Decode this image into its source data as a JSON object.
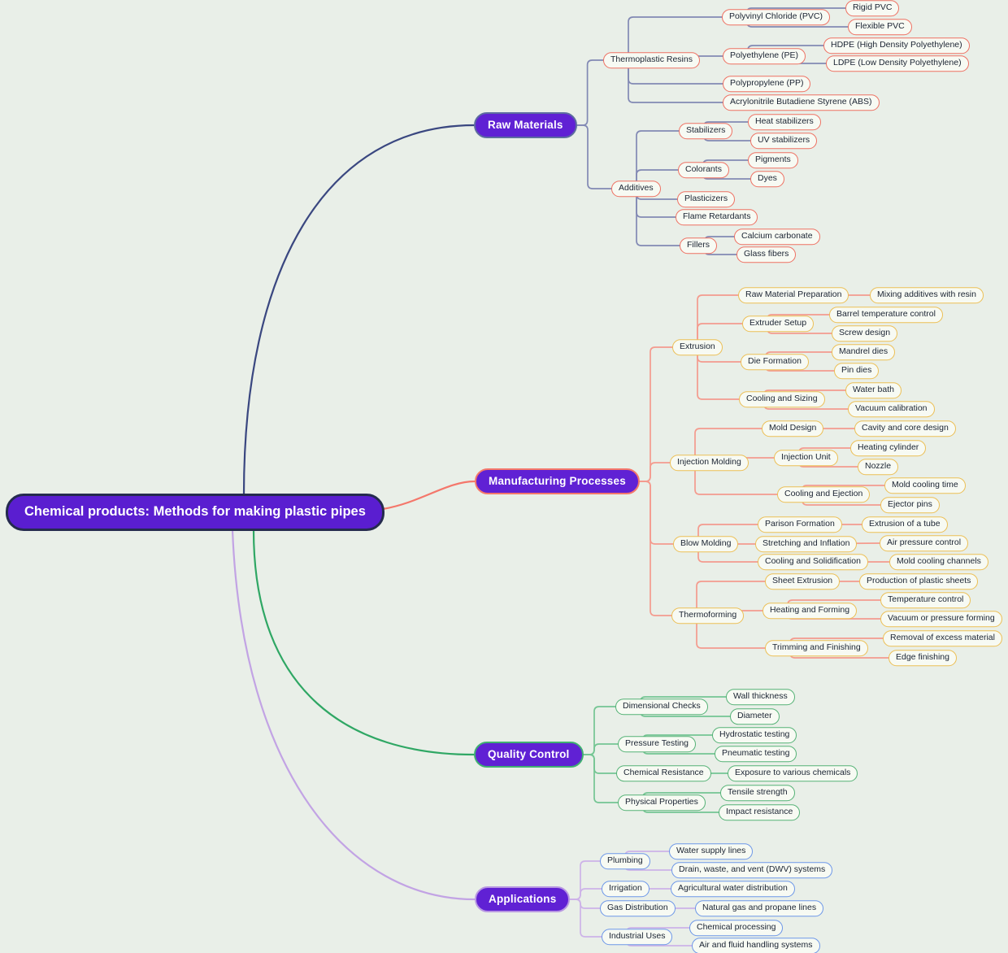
{
  "canvas": {
    "background": "#e9efe8"
  },
  "root": {
    "id": "central",
    "label": "Chemical products: Methods for making plastic pipes",
    "fill": "#5a1ed0",
    "border": "#252b4e",
    "text_color": "#ffffff"
  },
  "branches": [
    {
      "id": "raw-materials",
      "label": "Raw Materials",
      "fill": "#6021d4",
      "border": "#5d6ca0",
      "arc_color": "#3a4780",
      "line_color": "#8289b4",
      "child_border": "#ee7163",
      "children": [
        {
          "id": "thermoplastic-resins",
          "label": "Thermoplastic Resins",
          "children": [
            {
              "id": "pvc",
              "label": "Polyvinyl Chloride (PVC)",
              "children": [
                {
                  "id": "rigid-pvc",
                  "label": "Rigid PVC"
                },
                {
                  "id": "flexible-pvc",
                  "label": "Flexible PVC"
                }
              ]
            },
            {
              "id": "pe",
              "label": "Polyethylene (PE)",
              "children": [
                {
                  "id": "hdpe",
                  "label": "HDPE (High Density Polyethylene)"
                },
                {
                  "id": "ldpe",
                  "label": "LDPE (Low Density Polyethylene)"
                }
              ]
            },
            {
              "id": "pp",
              "label": "Polypropylene (PP)"
            },
            {
              "id": "abs",
              "label": "Acrylonitrile Butadiene Styrene (ABS)"
            }
          ]
        },
        {
          "id": "additives",
          "label": "Additives",
          "children": [
            {
              "id": "stabilizers",
              "label": "Stabilizers",
              "children": [
                {
                  "id": "heat-stabilizers",
                  "label": "Heat stabilizers"
                },
                {
                  "id": "uv-stabilizers",
                  "label": "UV stabilizers"
                }
              ]
            },
            {
              "id": "colorants",
              "label": "Colorants",
              "children": [
                {
                  "id": "pigments",
                  "label": "Pigments"
                },
                {
                  "id": "dyes",
                  "label": "Dyes"
                }
              ]
            },
            {
              "id": "plasticizers",
              "label": "Plasticizers"
            },
            {
              "id": "flame-retardants",
              "label": "Flame Retardants"
            },
            {
              "id": "fillers",
              "label": "Fillers",
              "children": [
                {
                  "id": "calcium-carbonate",
                  "label": "Calcium carbonate"
                },
                {
                  "id": "glass-fibers",
                  "label": "Glass fibers"
                }
              ]
            }
          ]
        }
      ]
    },
    {
      "id": "manufacturing-processes",
      "label": "Manufacturing Processes",
      "fill": "#6021d4",
      "border": "#f4776b",
      "arc_color": "#f4776b",
      "line_color": "#f49b8e",
      "child_border": "#ecbf55",
      "children": [
        {
          "id": "extrusion",
          "label": "Extrusion",
          "children": [
            {
              "id": "raw-material-preparation",
              "label": "Raw Material Preparation",
              "children": [
                {
                  "id": "mixing-additives-with-resin",
                  "label": "Mixing additives with resin"
                }
              ]
            },
            {
              "id": "extruder-setup",
              "label": "Extruder Setup",
              "children": [
                {
                  "id": "barrel-temperature-control",
                  "label": "Barrel temperature control"
                },
                {
                  "id": "screw-design",
                  "label": "Screw design"
                }
              ]
            },
            {
              "id": "die-formation",
              "label": "Die Formation",
              "children": [
                {
                  "id": "mandrel-dies",
                  "label": "Mandrel dies"
                },
                {
                  "id": "pin-dies",
                  "label": "Pin dies"
                }
              ]
            },
            {
              "id": "cooling-and-sizing",
              "label": "Cooling and Sizing",
              "children": [
                {
                  "id": "water-bath",
                  "label": "Water bath"
                },
                {
                  "id": "vacuum-calibration",
                  "label": "Vacuum calibration"
                }
              ]
            }
          ]
        },
        {
          "id": "injection-molding",
          "label": "Injection Molding",
          "children": [
            {
              "id": "mold-design",
              "label": "Mold Design",
              "children": [
                {
                  "id": "cavity-and-core-design",
                  "label": "Cavity and core design"
                }
              ]
            },
            {
              "id": "injection-unit",
              "label": "Injection Unit",
              "children": [
                {
                  "id": "heating-cylinder",
                  "label": "Heating cylinder"
                },
                {
                  "id": "nozzle",
                  "label": "Nozzle"
                }
              ]
            },
            {
              "id": "cooling-and-ejection",
              "label": "Cooling and Ejection",
              "children": [
                {
                  "id": "mold-cooling-time",
                  "label": "Mold cooling time"
                },
                {
                  "id": "ejector-pins",
                  "label": "Ejector pins"
                }
              ]
            }
          ]
        },
        {
          "id": "blow-molding",
          "label": "Blow Molding",
          "children": [
            {
              "id": "parison-formation",
              "label": "Parison Formation",
              "children": [
                {
                  "id": "extrusion-of-a-tube",
                  "label": "Extrusion of a tube"
                }
              ]
            },
            {
              "id": "stretching-and-inflation",
              "label": "Stretching and Inflation",
              "children": [
                {
                  "id": "air-pressure-control",
                  "label": "Air pressure control"
                }
              ]
            },
            {
              "id": "cooling-and-solidification",
              "label": "Cooling and Solidification",
              "children": [
                {
                  "id": "mold-cooling-channels",
                  "label": "Mold cooling channels"
                }
              ]
            }
          ]
        },
        {
          "id": "thermoforming",
          "label": "Thermoforming",
          "children": [
            {
              "id": "sheet-extrusion",
              "label": "Sheet Extrusion",
              "children": [
                {
                  "id": "production-of-plastic-sheets",
                  "label": "Production of plastic sheets"
                }
              ]
            },
            {
              "id": "heating-and-forming",
              "label": "Heating and Forming",
              "children": [
                {
                  "id": "temperature-control",
                  "label": "Temperature control"
                },
                {
                  "id": "vacuum-or-pressure-forming",
                  "label": "Vacuum or pressure forming"
                }
              ]
            },
            {
              "id": "trimming-and-finishing",
              "label": "Trimming and Finishing",
              "children": [
                {
                  "id": "removal-of-excess-material",
                  "label": "Removal of excess material"
                },
                {
                  "id": "edge-finishing",
                  "label": "Edge finishing"
                }
              ]
            }
          ]
        }
      ]
    },
    {
      "id": "quality-control",
      "label": "Quality Control",
      "fill": "#6021d4",
      "border": "#3fae72",
      "arc_color": "#2fa764",
      "line_color": "#74c593",
      "child_border": "#55b276",
      "children": [
        {
          "id": "dimensional-checks",
          "label": "Dimensional Checks",
          "children": [
            {
              "id": "wall-thickness",
              "label": "Wall thickness"
            },
            {
              "id": "diameter",
              "label": "Diameter"
            }
          ]
        },
        {
          "id": "pressure-testing",
          "label": "Pressure Testing",
          "children": [
            {
              "id": "hydrostatic-testing",
              "label": "Hydrostatic testing"
            },
            {
              "id": "pneumatic-testing",
              "label": "Pneumatic testing"
            }
          ]
        },
        {
          "id": "chemical-resistance",
          "label": "Chemical Resistance",
          "children": [
            {
              "id": "exposure-to-various-chemicals",
              "label": "Exposure to various chemicals"
            }
          ]
        },
        {
          "id": "physical-properties",
          "label": "Physical Properties",
          "children": [
            {
              "id": "tensile-strength",
              "label": "Tensile strength"
            },
            {
              "id": "impact-resistance",
              "label": "Impact resistance"
            }
          ]
        }
      ]
    },
    {
      "id": "applications",
      "label": "Applications",
      "fill": "#6021d4",
      "border": "#b897e2",
      "arc_color": "#c2a3e4",
      "line_color": "#cdb3e8",
      "child_border": "#6d97e8",
      "children": [
        {
          "id": "plumbing",
          "label": "Plumbing",
          "children": [
            {
              "id": "water-supply-lines",
              "label": "Water supply lines"
            },
            {
              "id": "dwv-systems",
              "label": "Drain, waste, and vent (DWV) systems"
            }
          ]
        },
        {
          "id": "irrigation",
          "label": "Irrigation",
          "children": [
            {
              "id": "agricultural-water-distribution",
              "label": "Agricultural water distribution"
            }
          ]
        },
        {
          "id": "gas-distribution",
          "label": "Gas Distribution",
          "children": [
            {
              "id": "natural-gas-and-propane-lines",
              "label": "Natural gas and propane lines"
            }
          ]
        },
        {
          "id": "industrial-uses",
          "label": "Industrial Uses",
          "children": [
            {
              "id": "chemical-processing",
              "label": "Chemical processing"
            },
            {
              "id": "air-and-fluid-handling-systems",
              "label": "Air and fluid handling systems"
            }
          ]
        }
      ]
    }
  ]
}
